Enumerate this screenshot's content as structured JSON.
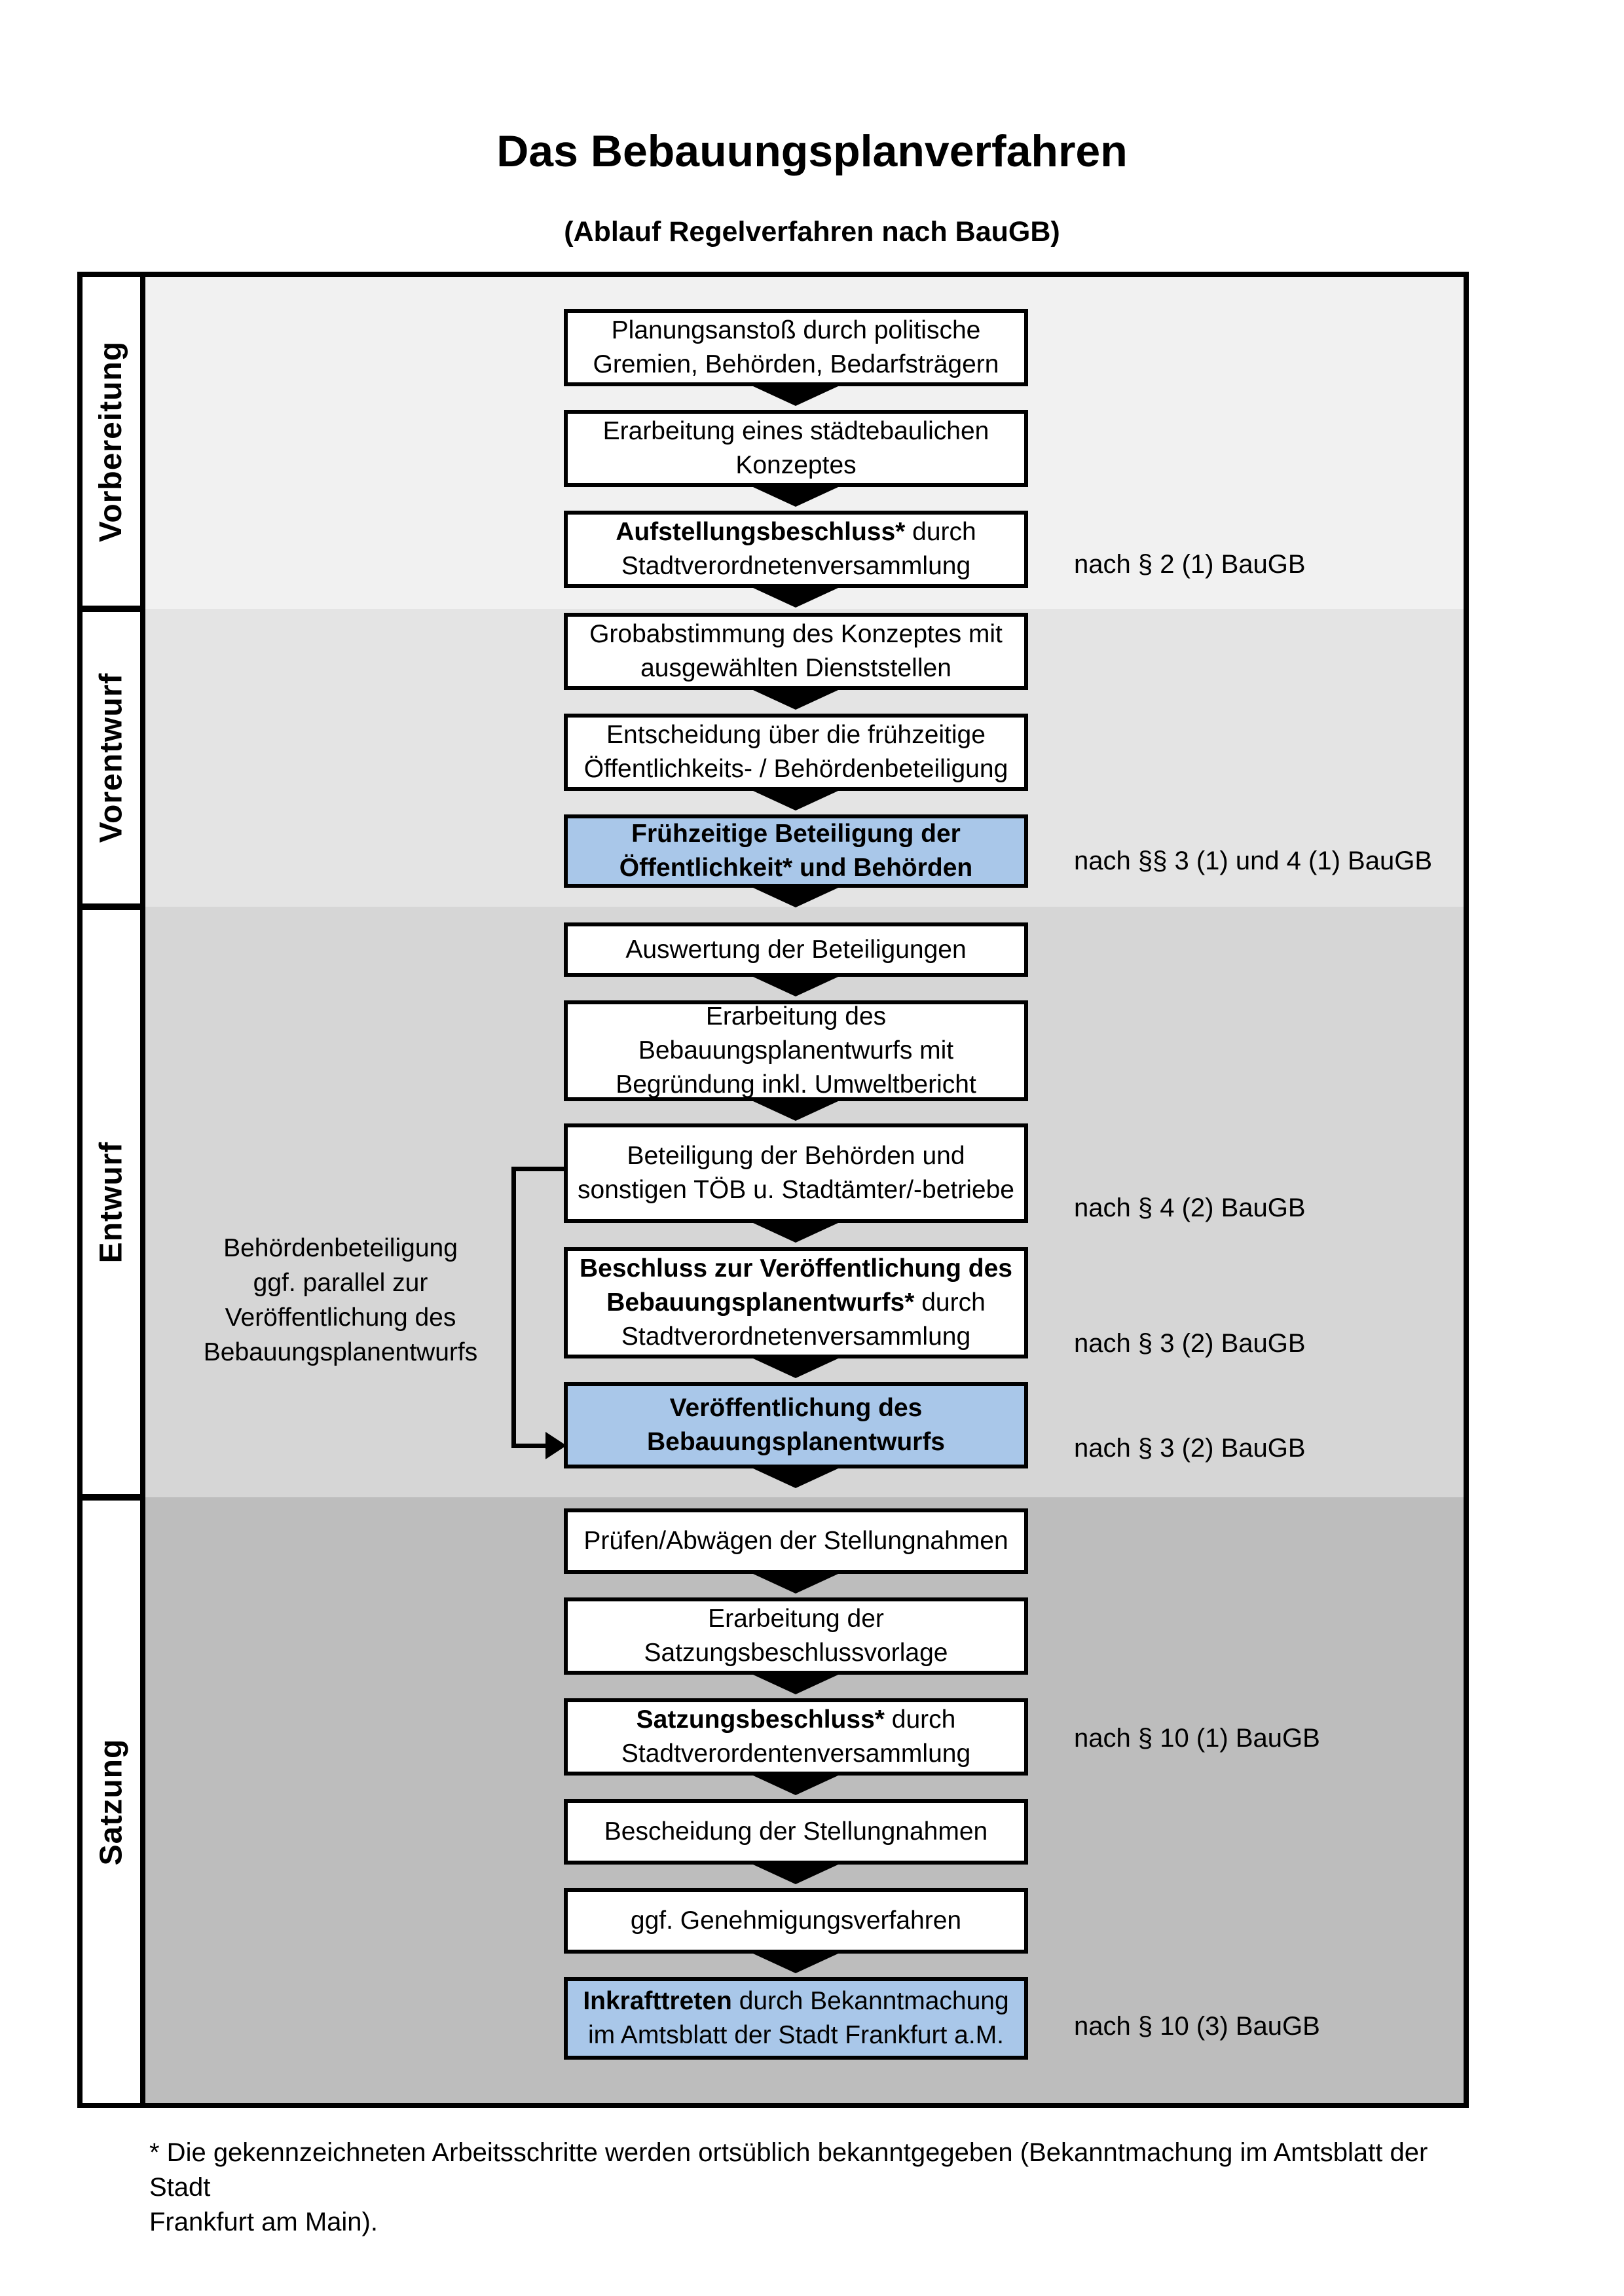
{
  "title": "Das Bebauungsplanverfahren",
  "subtitle": "(Ablauf Regelverfahren nach BauGB)",
  "phases": [
    {
      "label": "Vorbereitung",
      "color": "#f1f1f1"
    },
    {
      "label": "Vorentwurf",
      "color": "#e4e4e4"
    },
    {
      "label": "Entwurf",
      "color": "#d6d6d6"
    },
    {
      "label": "Satzung",
      "color": "#bdbdbd"
    }
  ],
  "colors": {
    "highlight_box": "#a9c7e9",
    "box_background": "#ffffff",
    "border": "#000000"
  },
  "boxes": [
    {
      "lines": [
        {
          "b": "",
          "r": "Planungsanstoß durch politische"
        },
        {
          "b": "",
          "r": "Gremien, Behörden, Bedarfsträgern"
        }
      ]
    },
    {
      "lines": [
        {
          "b": "",
          "r": "Erarbeitung eines städtebaulichen"
        },
        {
          "b": "",
          "r": "Konzeptes"
        }
      ]
    },
    {
      "lines": [
        {
          "b": "Aufstellungsbeschluss*",
          "r": " durch"
        },
        {
          "b": "",
          "r": "Stadtverordnetenversammlung"
        }
      ]
    },
    {
      "lines": [
        {
          "b": "",
          "r": "Grobabstimmung des Konzeptes mit"
        },
        {
          "b": "",
          "r": "ausgewählten Dienststellen"
        }
      ]
    },
    {
      "lines": [
        {
          "b": "",
          "r": "Entscheidung über die frühzeitige"
        },
        {
          "b": "",
          "r": "Öffentlichkeits- / Behördenbeteiligung"
        }
      ]
    },
    {
      "highlight": true,
      "lines": [
        {
          "b": "Frühzeitige Beteiligung der",
          "r": ""
        },
        {
          "b": "Öffentlichkeit* und Behörden",
          "r": ""
        }
      ]
    },
    {
      "lines": [
        {
          "b": "",
          "r": "Auswertung der Beteiligungen"
        }
      ]
    },
    {
      "lines": [
        {
          "b": "",
          "r": "Erarbeitung des"
        },
        {
          "b": "",
          "r": "Bebauungsplanentwurfs mit"
        },
        {
          "b": "",
          "r": "Begründung inkl. Umweltbericht"
        }
      ]
    },
    {
      "lines": [
        {
          "b": "",
          "r": "Beteiligung der Behörden und"
        },
        {
          "b": "",
          "r": "sonstigen TÖB u. Stadtämter/-betriebe"
        }
      ]
    },
    {
      "lines": [
        {
          "b": "Beschluss zur Veröffentlichung des",
          "r": ""
        },
        {
          "b": "Bebauungsplanentwurfs*",
          "r": " durch"
        },
        {
          "b": "",
          "r": "Stadtverordnetenversammlung"
        }
      ]
    },
    {
      "highlight": true,
      "lines": [
        {
          "b": "Veröffentlichung des",
          "r": ""
        },
        {
          "b": "Bebauungsplanentwurfs",
          "r": ""
        }
      ]
    },
    {
      "lines": [
        {
          "b": "",
          "r": "Prüfen/Abwägen der Stellungnahmen"
        }
      ]
    },
    {
      "lines": [
        {
          "b": "",
          "r": "Erarbeitung der"
        },
        {
          "b": "",
          "r": "Satzungsbeschlussvorlage"
        }
      ]
    },
    {
      "lines": [
        {
          "b": "Satzungsbeschluss*",
          "r": " durch"
        },
        {
          "b": "",
          "r": "Stadtverordentenversammlung"
        }
      ]
    },
    {
      "lines": [
        {
          "b": "",
          "r": "Bescheidung der Stellungnahmen"
        }
      ]
    },
    {
      "lines": [
        {
          "b": "",
          "r": "ggf. Genehmigungsverfahren"
        }
      ]
    },
    {
      "highlight": true,
      "lines": [
        {
          "b": "Inkrafttreten",
          "r": " durch Bekanntmachung"
        },
        {
          "b": "",
          "r": "im Amtsblatt der Stadt Frankfurt a.M."
        }
      ]
    }
  ],
  "annotations": [
    {
      "text": "nach § 2 (1) BauGB"
    },
    {
      "text": "nach §§ 3 (1) und 4 (1) BauGB"
    },
    {
      "text": "nach § 4 (2) BauGB"
    },
    {
      "text": "nach § 3 (2) BauGB"
    },
    {
      "text": "nach § 3 (2) BauGB"
    },
    {
      "text": "nach § 10 (1) BauGB"
    },
    {
      "text": "nach § 10 (3) BauGB"
    }
  ],
  "side_note": {
    "line1": "Behördenbeteiligung",
    "line2": "ggf. parallel zur",
    "line3": "Veröffentlichung des",
    "line4": "Bebauungsplanentwurfs"
  },
  "footnote": {
    "line1": "* Die gekennzeichneten Arbeitsschritte werden ortsüblich bekanntgegeben (Bekanntmachung im Amtsblatt  der Stadt",
    "line2": "Frankfurt am Main)."
  }
}
